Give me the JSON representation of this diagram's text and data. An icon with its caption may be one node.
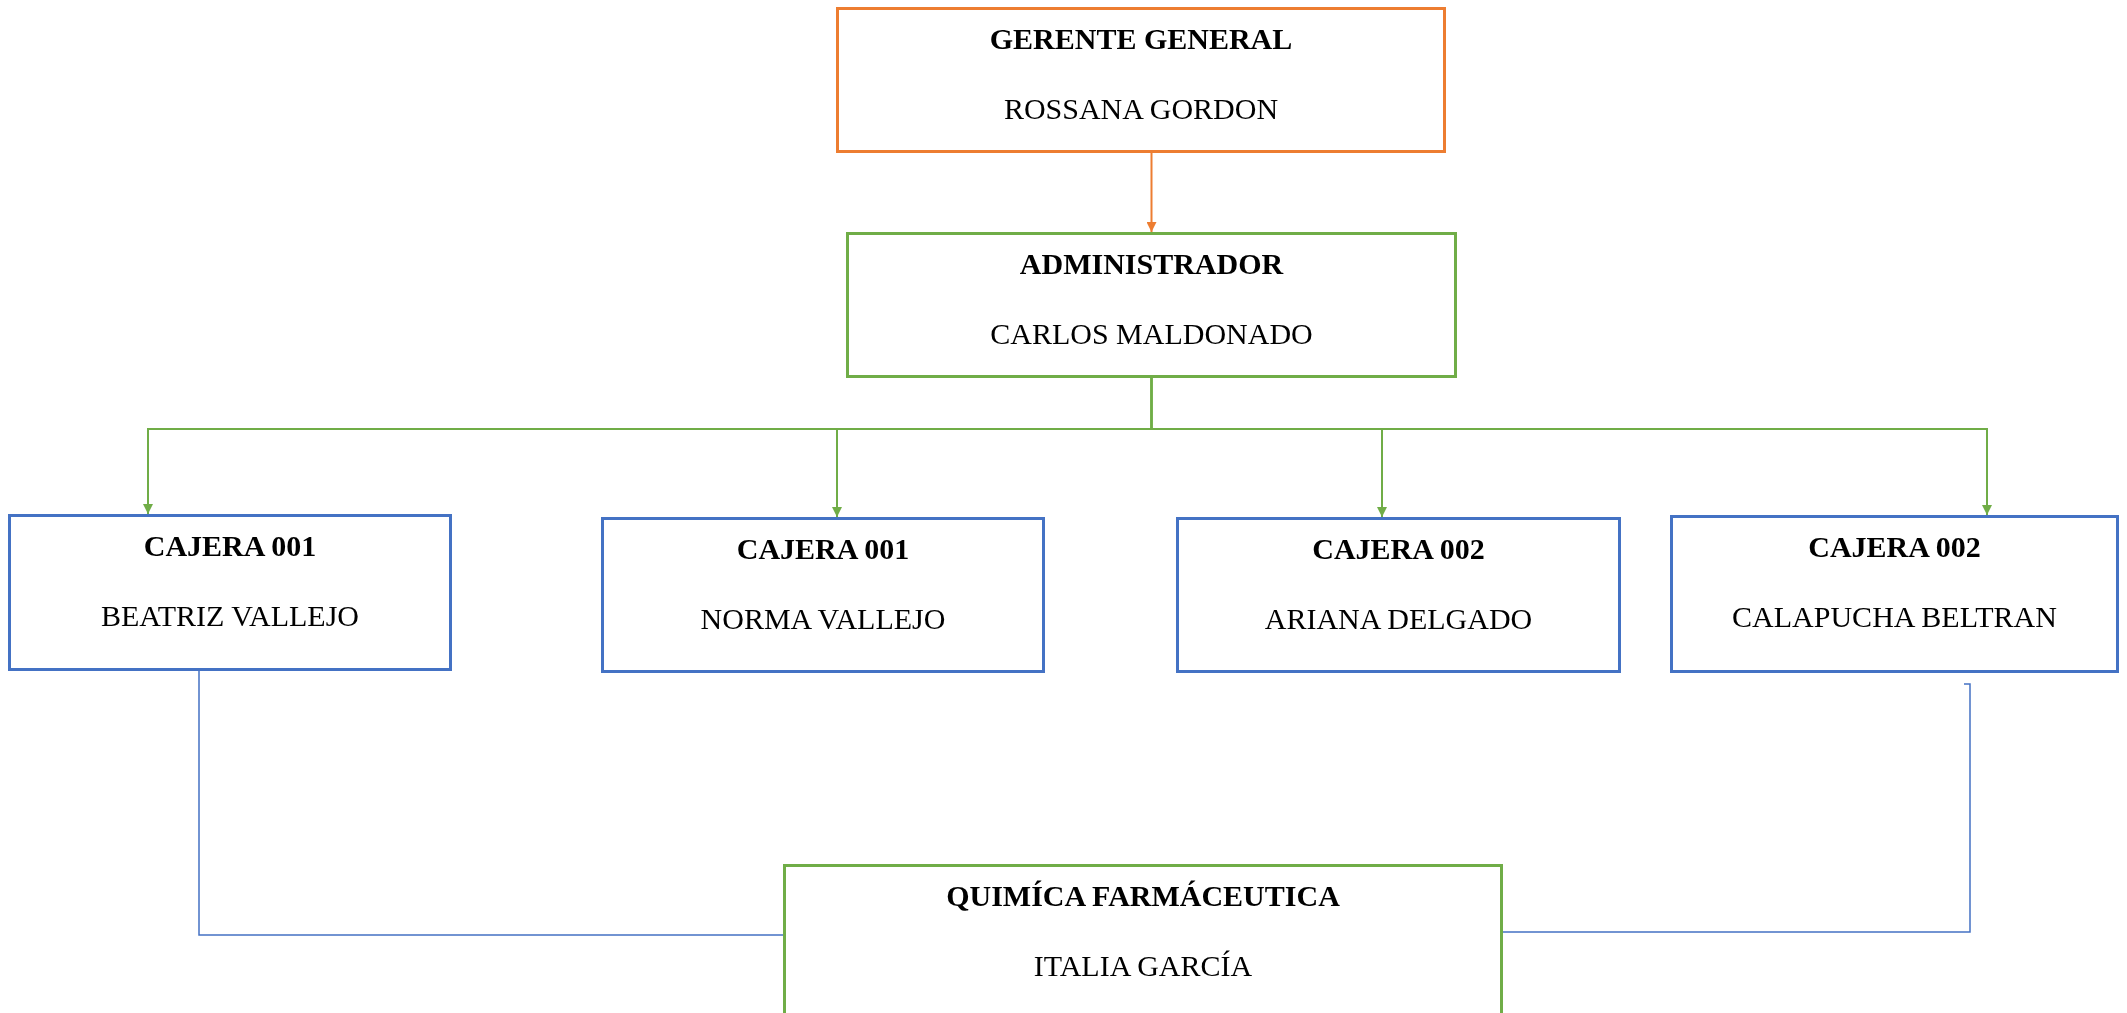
{
  "diagram": {
    "nodes": [
      {
        "text": [
          "GERENTE GENERAL",
          "ROSSANA GORDON"
        ]
      },
      {
        "text": [
          "ADMINISTRADOR",
          "CARLOS MALDONADO"
        ]
      },
      {
        "text": [
          "CAJERA 001",
          "BEATRIZ VALLEJO"
        ]
      },
      {
        "text": [
          "CAJERA 001",
          "NORMA VALLEJO"
        ]
      },
      {
        "text": [
          "CAJERA 002",
          "ARIANA DELGADO"
        ]
      },
      {
        "text": [
          "CAJERA 002",
          "CALAPUCHA BELTRAN"
        ]
      },
      {
        "text": [
          "QUIMÍCA FARMÁCEUTICA",
          "ITALIA GARCÍA"
        ]
      }
    ],
    "edges": [
      {
        "from": 0,
        "to": 1,
        "arrow": "to",
        "color": "#ed7d31"
      },
      {
        "from": 1,
        "to": 2,
        "arrow": "to"
      },
      {
        "from": 1,
        "to": 3,
        "arrow": "to"
      },
      {
        "from": 1,
        "to": 4,
        "arrow": "to"
      },
      {
        "from": 1,
        "to": 5,
        "arrow": "to"
      },
      {
        "from": 2,
        "to": 6,
        "arrow": "none",
        "color": "#4472c4"
      },
      {
        "from": 5,
        "to": 6,
        "arrow": "none",
        "color": "#4472c4"
      }
    ]
  }
}
